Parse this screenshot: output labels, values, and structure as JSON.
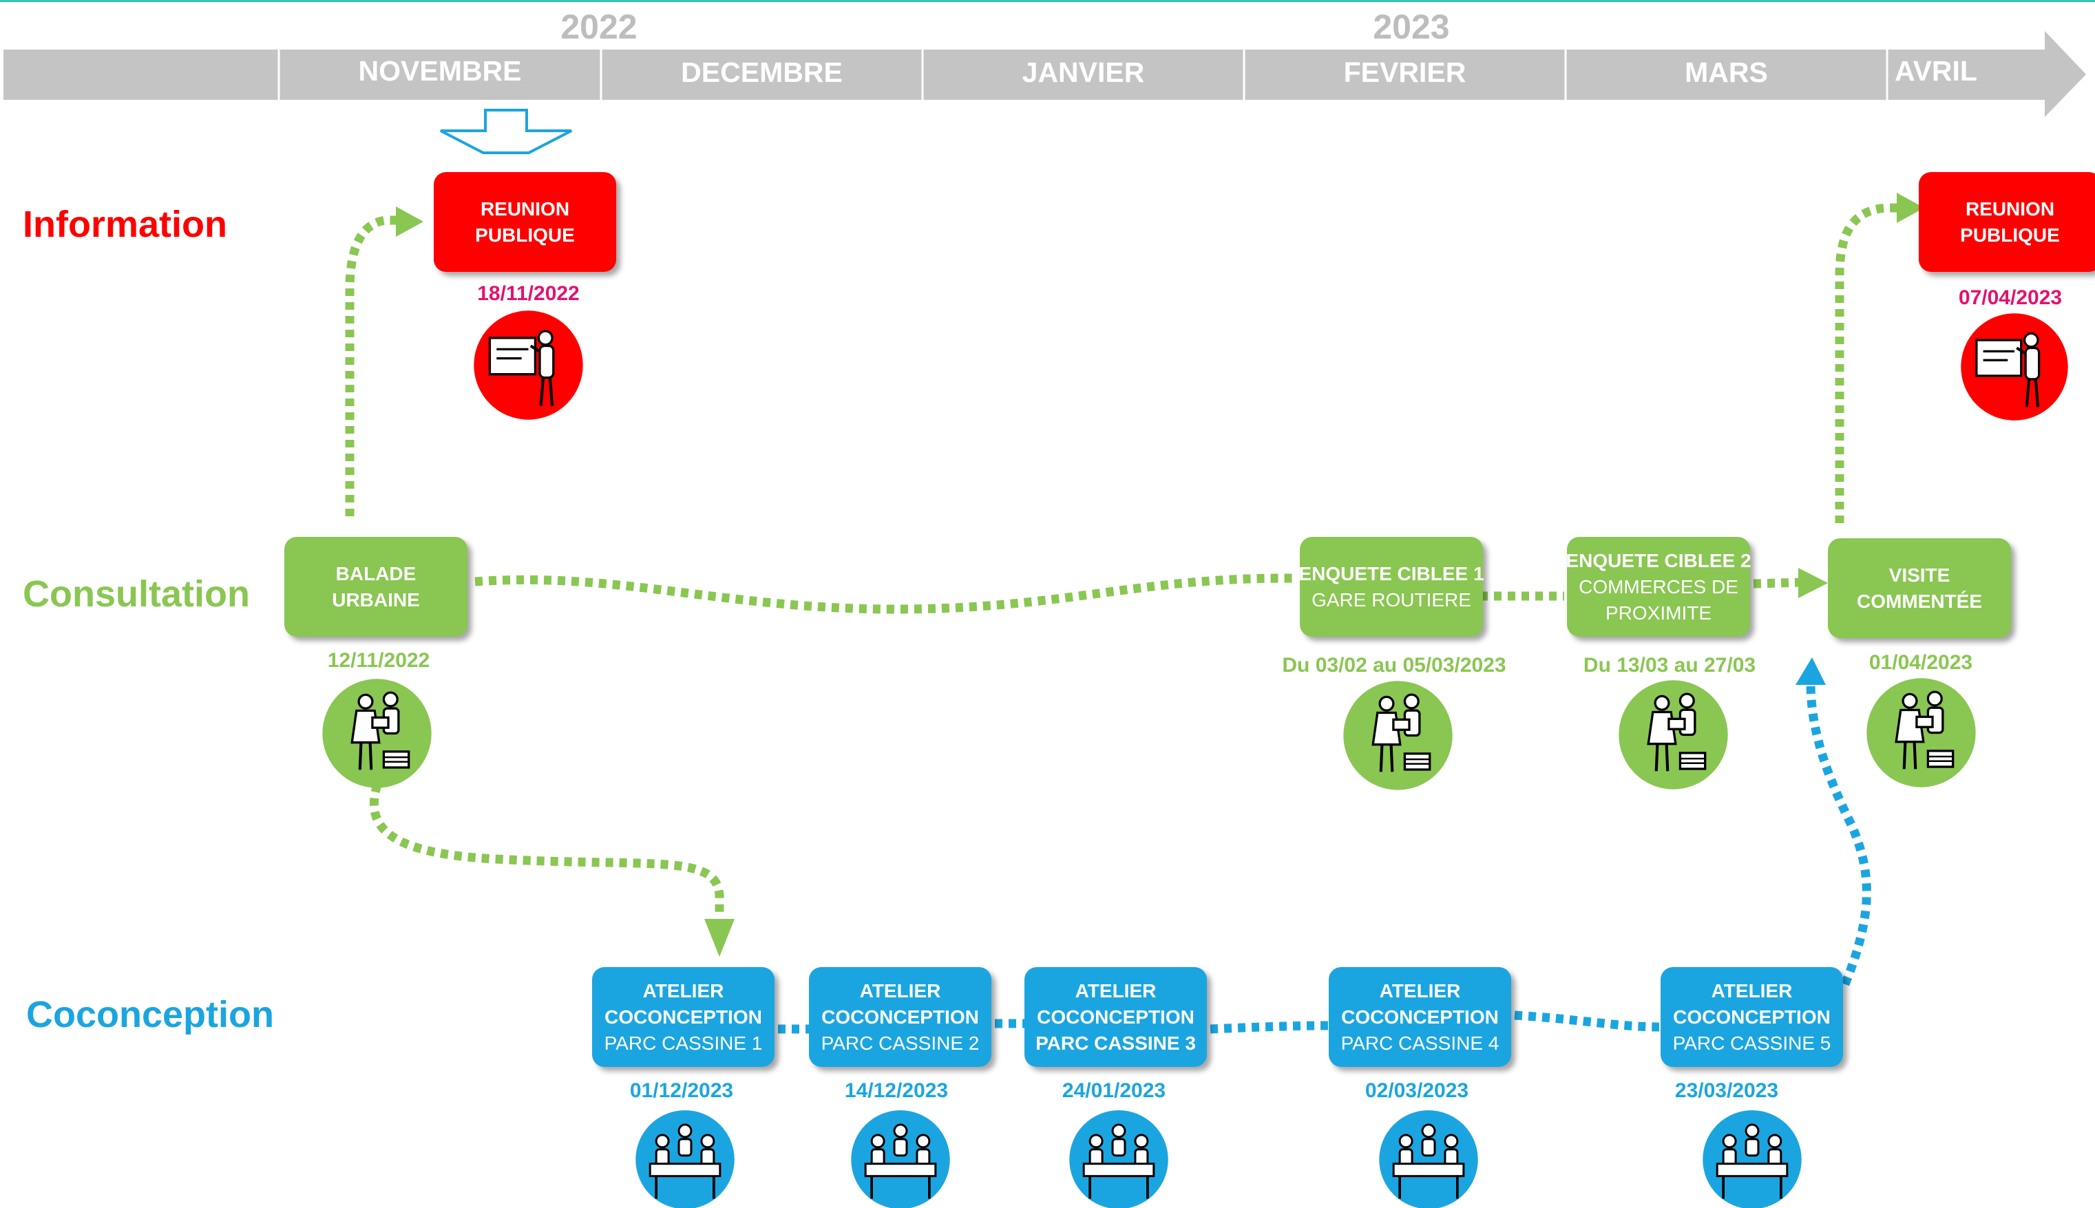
{
  "timeline": {
    "years": [
      "2022",
      "2023"
    ],
    "months": [
      "NOVEMBRE",
      "DECEMBRE",
      "JANVIER",
      "FEVRIER",
      "MARS",
      "AVRIL"
    ],
    "band_color": "#c4c4c4",
    "marker_color": "#1ba5e0"
  },
  "rows": {
    "information": {
      "label": "Information",
      "color": "#ff0000"
    },
    "consultation": {
      "label": "Consultation",
      "color": "#8ac652"
    },
    "coconception": {
      "label": "Coconception",
      "color": "#1ba5e0"
    }
  },
  "information": [
    {
      "line1": "REUNION",
      "line2": "PUBLIQUE",
      "date": "18/11/2022",
      "icon": "presentation-board-icon"
    },
    {
      "line1": "REUNION",
      "line2": "PUBLIQUE",
      "date": "07/04/2023",
      "icon": "presentation-board-icon"
    }
  ],
  "consultation": [
    {
      "line1": "BALADE",
      "line2": "URBAINE",
      "date": "12/11/2022",
      "icon": "survey-people-icon"
    },
    {
      "line1": "ENQUETE CIBLEE 1",
      "line2": "GARE ROUTIERE",
      "date": "Du 03/02 au 05/03/2023",
      "icon": "survey-people-icon"
    },
    {
      "line1": "ENQUETE CIBLEE 2",
      "line2": "COMMERCES DE",
      "line3": "PROXIMITE",
      "date": "Du 13/03 au 27/03",
      "icon": "survey-people-icon"
    },
    {
      "line1": "VISITE",
      "line2": "COMMENTÉE",
      "date": "01/04/2023",
      "icon": "survey-people-icon"
    }
  ],
  "coconception": [
    {
      "line1": "ATELIER",
      "line2": "COCONCEPTION",
      "line3": "PARC CASSINE 1",
      "date": "01/12/2023",
      "icon": "workshop-table-icon"
    },
    {
      "line1": "ATELIER",
      "line2": "COCONCEPTION",
      "line3": "PARC CASSINE 2",
      "date": "14/12/2023",
      "icon": "workshop-table-icon"
    },
    {
      "line1": "ATELIER",
      "line2": "COCONCEPTION",
      "line3": "PARC CASSINE 3",
      "date": "24/01/2023",
      "icon": "workshop-table-icon"
    },
    {
      "line1": "ATELIER",
      "line2": "COCONCEPTION",
      "line3": "PARC CASSINE 4",
      "date": "02/03/2023",
      "icon": "workshop-table-icon"
    },
    {
      "line1": "ATELIER",
      "line2": "COCONCEPTION",
      "line3": "PARC CASSINE 5",
      "date": "23/03/2023",
      "icon": "workshop-table-icon"
    }
  ]
}
